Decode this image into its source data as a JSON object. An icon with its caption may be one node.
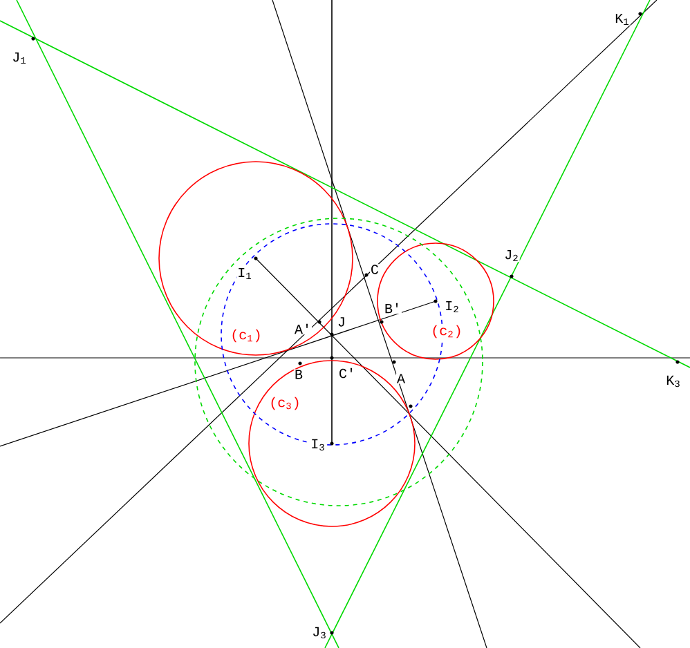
{
  "diagram": {
    "labels": [
      "J$_{1}$",
      "K$_{1}$",
      "I$_{1}$",
      "C",
      "J$_{2}$",
      "B'",
      "I$_{2}$",
      "A'",
      "J",
      "(c$_{1}$)",
      "(c$_{2}$)",
      "B",
      "C'",
      "A",
      "K$_{3}$",
      "(c$_{3}$)",
      "I$_{3}$",
      "J$_{3}$"
    ]
  }
}
